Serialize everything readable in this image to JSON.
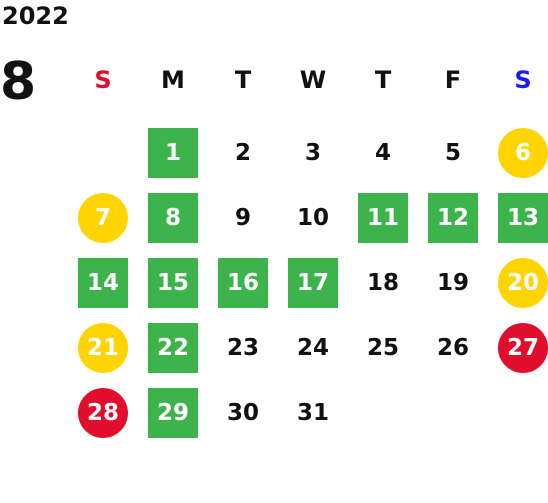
{
  "calendar": {
    "year": "2022",
    "month": "8",
    "weekdays": [
      {
        "label": "S",
        "color": "#e00d2c"
      },
      {
        "label": "M",
        "color": "#111111"
      },
      {
        "label": "T",
        "color": "#111111"
      },
      {
        "label": "W",
        "color": "#111111"
      },
      {
        "label": "T",
        "color": "#111111"
      },
      {
        "label": "F",
        "color": "#111111"
      },
      {
        "label": "S",
        "color": "#1a1aff"
      }
    ],
    "colors": {
      "green": "#3cb44b",
      "yellow": "#ffd400",
      "red": "#e00d2c"
    },
    "weeks": [
      [
        {
          "day": "",
          "style": "none"
        },
        {
          "day": "1",
          "style": "green"
        },
        {
          "day": "2",
          "style": "none"
        },
        {
          "day": "3",
          "style": "none"
        },
        {
          "day": "4",
          "style": "none"
        },
        {
          "day": "5",
          "style": "none"
        },
        {
          "day": "6",
          "style": "yellow"
        }
      ],
      [
        {
          "day": "7",
          "style": "yellow"
        },
        {
          "day": "8",
          "style": "green"
        },
        {
          "day": "9",
          "style": "none"
        },
        {
          "day": "10",
          "style": "none"
        },
        {
          "day": "11",
          "style": "green"
        },
        {
          "day": "12",
          "style": "green"
        },
        {
          "day": "13",
          "style": "green"
        }
      ],
      [
        {
          "day": "14",
          "style": "green"
        },
        {
          "day": "15",
          "style": "green"
        },
        {
          "day": "16",
          "style": "green"
        },
        {
          "day": "17",
          "style": "green"
        },
        {
          "day": "18",
          "style": "none"
        },
        {
          "day": "19",
          "style": "none"
        },
        {
          "day": "20",
          "style": "yellow"
        }
      ],
      [
        {
          "day": "21",
          "style": "yellow"
        },
        {
          "day": "22",
          "style": "green"
        },
        {
          "day": "23",
          "style": "none"
        },
        {
          "day": "24",
          "style": "none"
        },
        {
          "day": "25",
          "style": "none"
        },
        {
          "day": "26",
          "style": "none"
        },
        {
          "day": "27",
          "style": "red"
        }
      ],
      [
        {
          "day": "28",
          "style": "red"
        },
        {
          "day": "29",
          "style": "green"
        },
        {
          "day": "30",
          "style": "none"
        },
        {
          "day": "31",
          "style": "none"
        },
        {
          "day": "",
          "style": "none"
        },
        {
          "day": "",
          "style": "none"
        },
        {
          "day": "",
          "style": "none"
        }
      ]
    ]
  }
}
